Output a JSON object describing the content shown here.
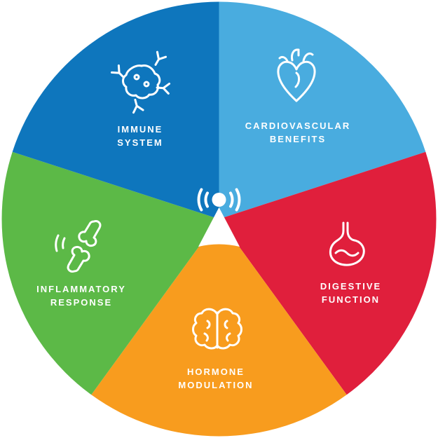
{
  "diagram": {
    "type": "wheel-infographic",
    "segment_count": 5,
    "center": {
      "icon": "broadcast-beacon-icon",
      "color": "#ffffff"
    },
    "segments": [
      {
        "id": "cardiovascular",
        "label_line1": "CARDIOVASCULAR",
        "label_line2": "BENEFITS",
        "color": "#49ACDF",
        "icon": "heart-icon"
      },
      {
        "id": "digestive",
        "label_line1": "DIGESTIVE",
        "label_line2": "FUNCTION",
        "color": "#E01F3C",
        "icon": "stomach-icon"
      },
      {
        "id": "hormone",
        "label_line1": "HORMONE",
        "label_line2": "MODULATION",
        "color": "#F89C1E",
        "icon": "brain-icon"
      },
      {
        "id": "inflammatory",
        "label_line1": "INFLAMMATORY",
        "label_line2": "RESPONSE",
        "color": "#5CB947",
        "icon": "joint-icon"
      },
      {
        "id": "immune",
        "label_line1": "IMMUNE",
        "label_line2": "SYSTEM",
        "color": "#0E76BD",
        "icon": "immune-cell-icon"
      }
    ]
  }
}
